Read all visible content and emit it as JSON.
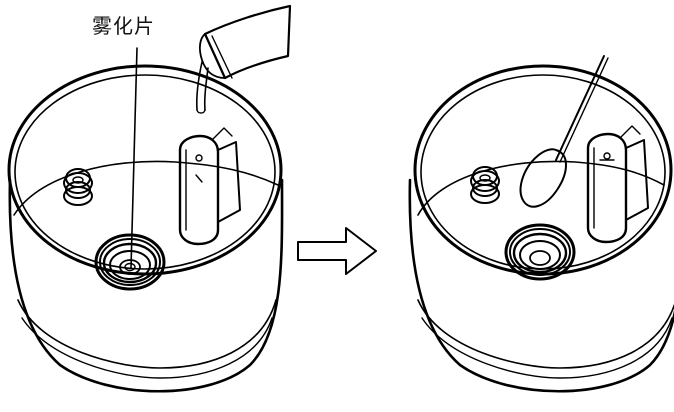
{
  "figure": {
    "label_text": "雾化片",
    "steps": [
      {
        "id": "before-cleaning",
        "tool": "cleaning-liquid-bottle"
      },
      {
        "id": "after-cleaning",
        "tool": "cotton-swab"
      }
    ],
    "arrow_direction": "right",
    "colors": {
      "stroke": "#000000",
      "fill": "#ffffff"
    }
  }
}
